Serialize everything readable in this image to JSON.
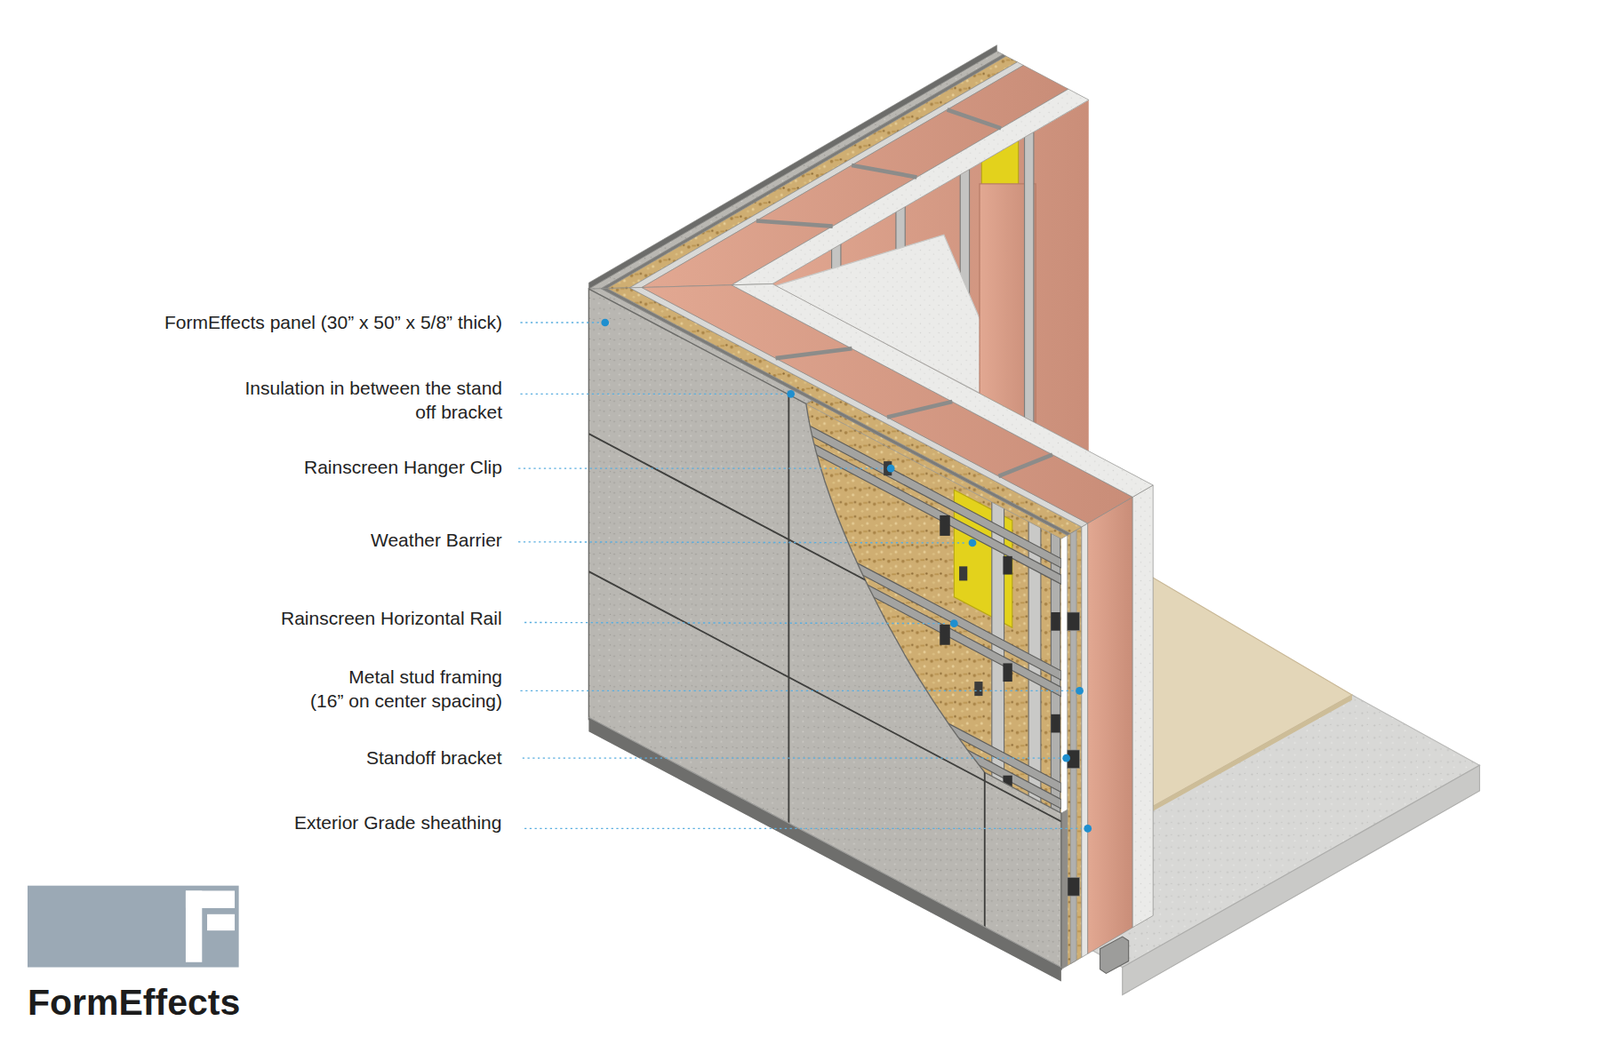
{
  "diagram": {
    "labels": [
      "FormEffects panel (30” x 50” x 5/8” thick)",
      "Insulation in between the stand off bracket",
      "Rainscreen Hanger Clip",
      "Weather Barrier",
      "Rainscreen Horizontal Rail",
      "Metal stud framing (16” on center spacing)",
      "Standoff bracket",
      "Exterior Grade sheathing",
      "FormEffects"
    ]
  }
}
